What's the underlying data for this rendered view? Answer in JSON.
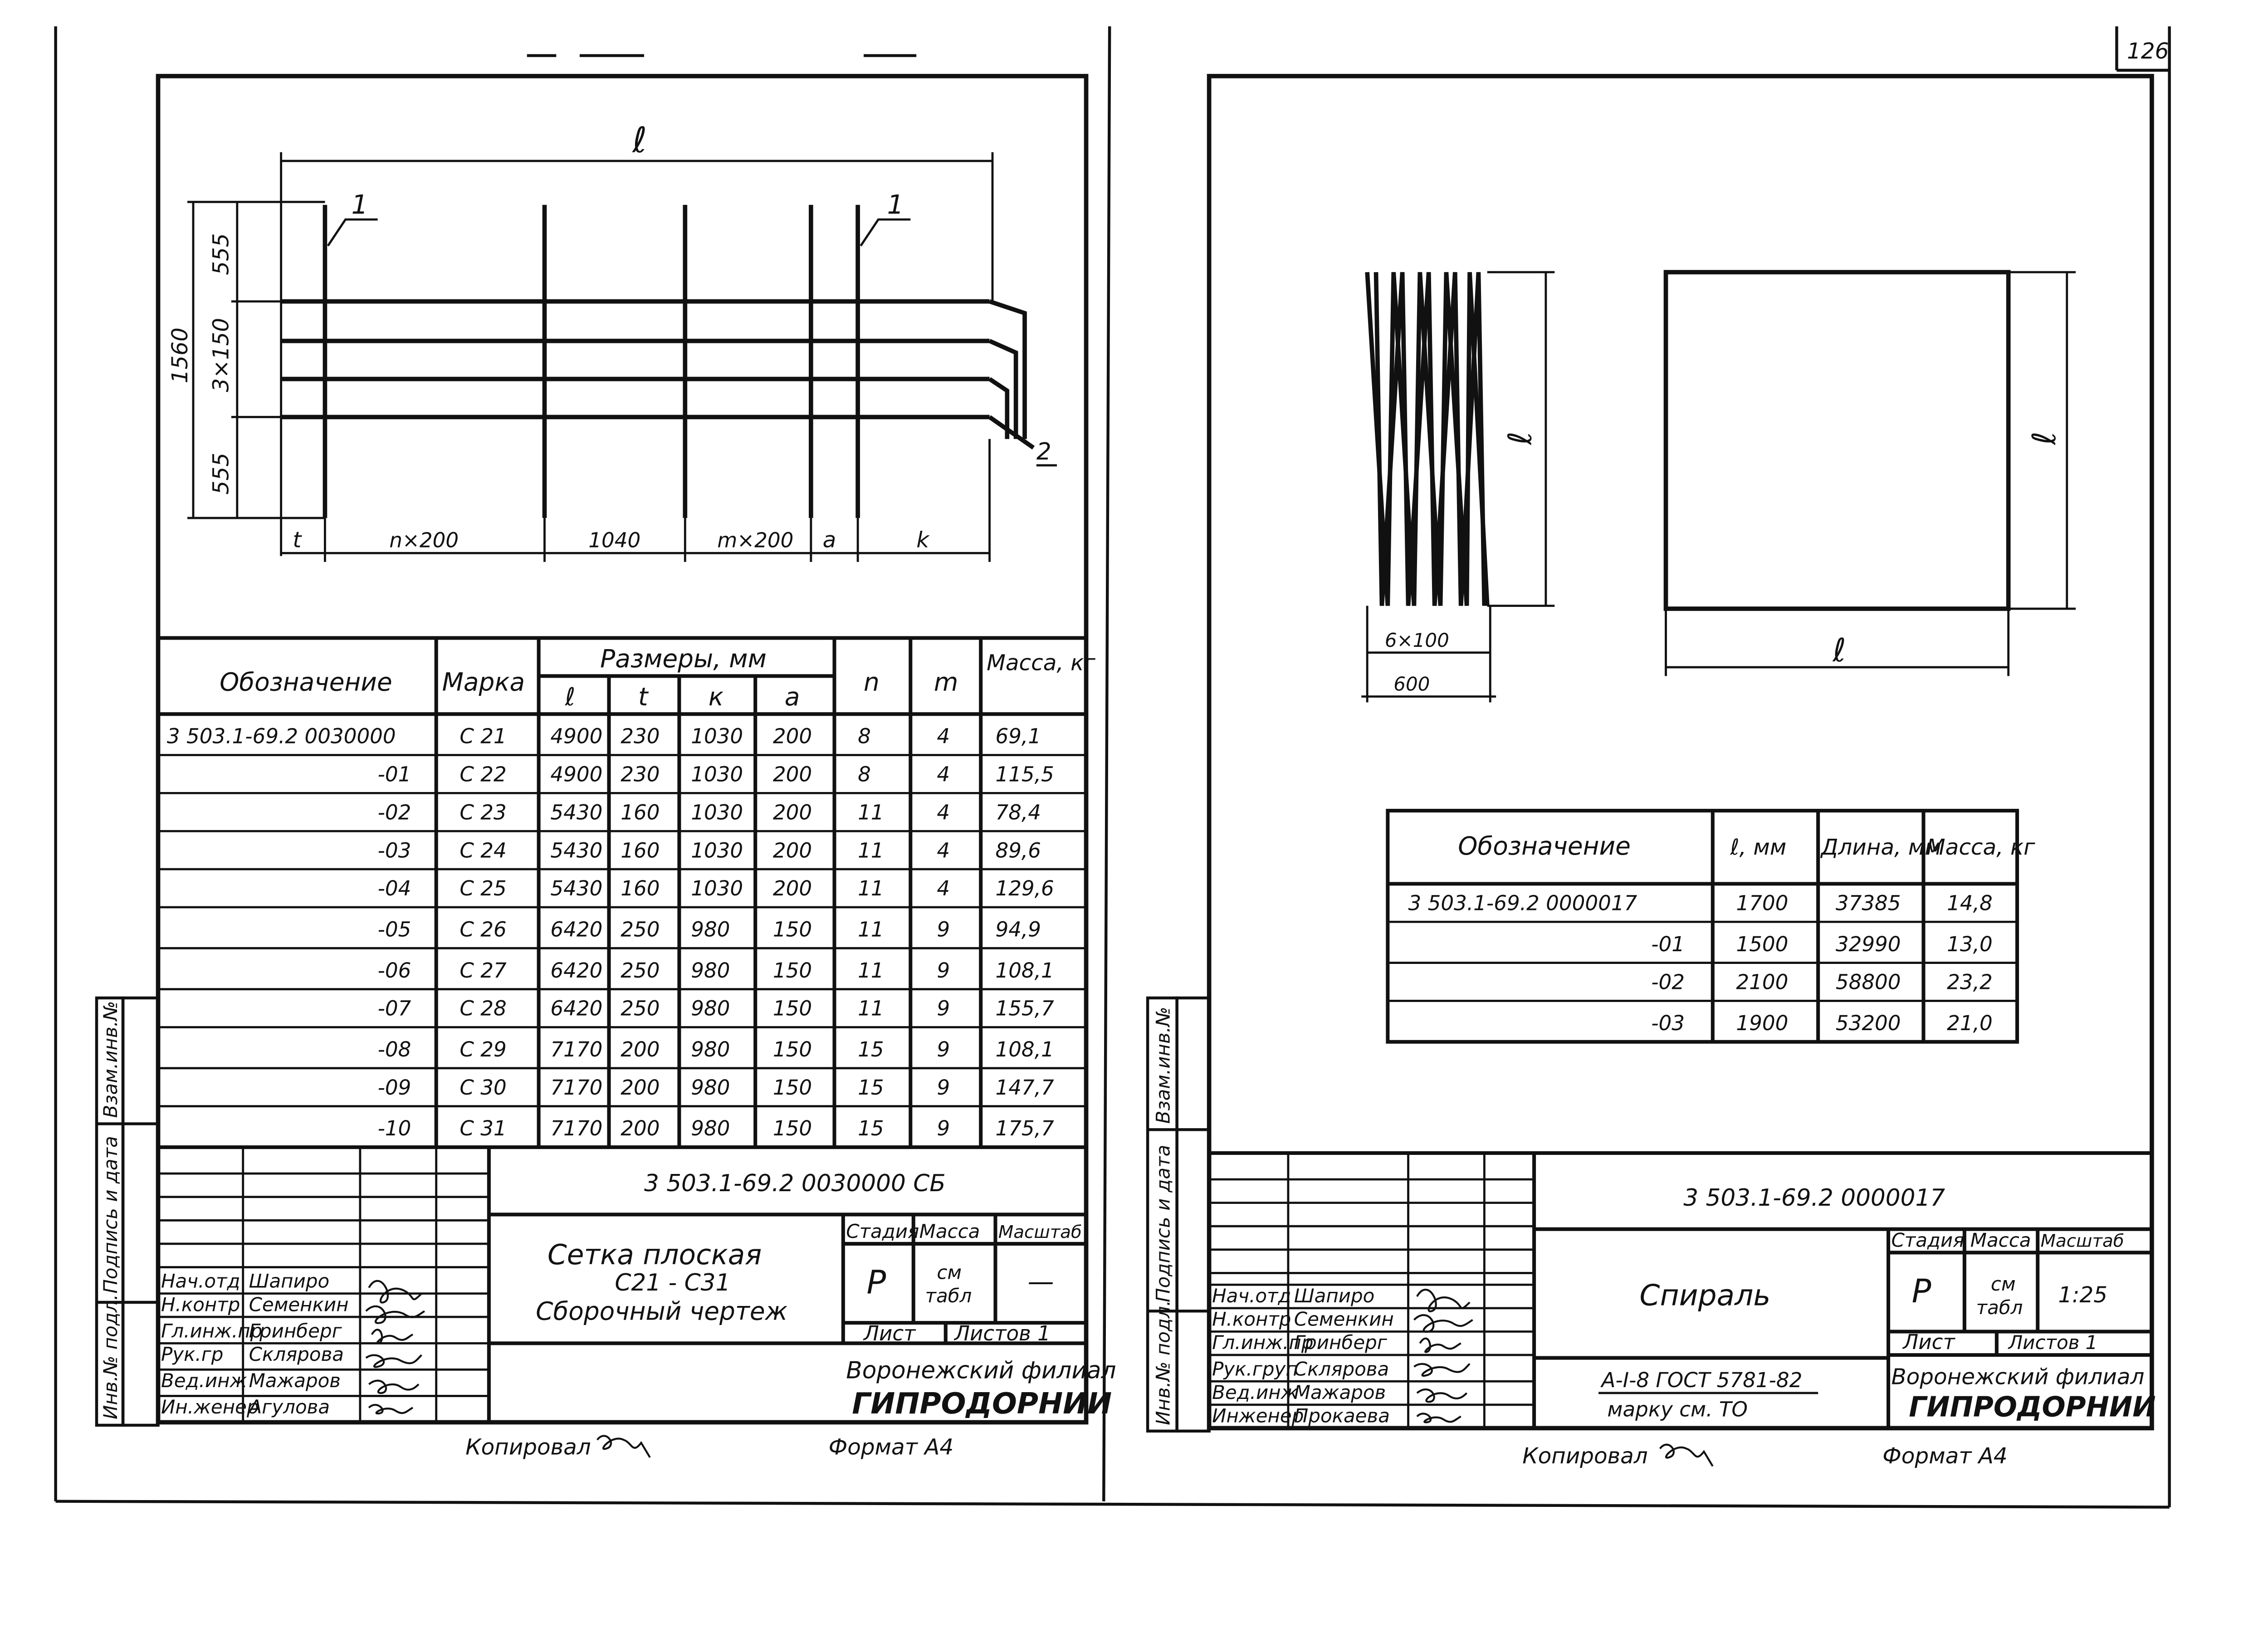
{
  "page_number": "126",
  "left_sheet": {
    "drawing": {
      "label_l": "ℓ",
      "label_1a": "1",
      "label_1b": "1",
      "label_2": "2",
      "dim_1560": "1560",
      "dim_555_top": "555",
      "dim_3x150": "3×150",
      "dim_555_bottom": "555",
      "dim_t": "t",
      "dim_n200": "n×200",
      "dim_1040": "1040",
      "dim_m200": "m×200",
      "dim_a": "a",
      "dim_k": "k"
    },
    "table": {
      "headers": {
        "designation": "Обозначение",
        "mark": "Марка",
        "sizes": "Размеры, мм",
        "l": "ℓ",
        "t": "t",
        "k": "к",
        "a": "a",
        "n": "n",
        "m": "m",
        "mass": "Масса, кг"
      },
      "rows": [
        {
          "des": "3 503.1-69.2  0030000",
          "mark": "С 21",
          "l": "4900",
          "t": "230",
          "k": "1030",
          "a": "200",
          "n": "8",
          "m": "4",
          "mass": "69,1"
        },
        {
          "des": "-01",
          "mark": "С 22",
          "l": "4900",
          "t": "230",
          "k": "1030",
          "a": "200",
          "n": "8",
          "m": "4",
          "mass": "115,5"
        },
        {
          "des": "-02",
          "mark": "С 23",
          "l": "5430",
          "t": "160",
          "k": "1030",
          "a": "200",
          "n": "11",
          "m": "4",
          "mass": "78,4"
        },
        {
          "des": "-03",
          "mark": "С 24",
          "l": "5430",
          "t": "160",
          "k": "1030",
          "a": "200",
          "n": "11",
          "m": "4",
          "mass": "89,6"
        },
        {
          "des": "-04",
          "mark": "С 25",
          "l": "5430",
          "t": "160",
          "k": "1030",
          "a": "200",
          "n": "11",
          "m": "4",
          "mass": "129,6"
        },
        {
          "des": "-05",
          "mark": "С 26",
          "l": "6420",
          "t": "250",
          "k": "980",
          "a": "150",
          "n": "11",
          "m": "9",
          "mass": "94,9"
        },
        {
          "des": "-06",
          "mark": "С 27",
          "l": "6420",
          "t": "250",
          "k": "980",
          "a": "150",
          "n": "11",
          "m": "9",
          "mass": "108,1"
        },
        {
          "des": "-07",
          "mark": "С 28",
          "l": "6420",
          "t": "250",
          "k": "980",
          "a": "150",
          "n": "11",
          "m": "9",
          "mass": "155,7"
        },
        {
          "des": "-08",
          "mark": "С 29",
          "l": "7170",
          "t": "200",
          "k": "980",
          "a": "150",
          "n": "15",
          "m": "9",
          "mass": "108,1"
        },
        {
          "des": "-09",
          "mark": "С 30",
          "l": "7170",
          "t": "200",
          "k": "980",
          "a": "150",
          "n": "15",
          "m": "9",
          "mass": "147,7"
        },
        {
          "des": "-10",
          "mark": "С 31",
          "l": "7170",
          "t": "200",
          "k": "980",
          "a": "150",
          "n": "15",
          "m": "9",
          "mass": "175,7"
        }
      ]
    },
    "title_block": {
      "code": "3 503.1-69.2  0030000 СБ",
      "title_line1": "Сетка плоская",
      "title_line2": "С21 - С31",
      "title_line3": "Сборочный чертеж",
      "stage_h": "Стадия",
      "mass_h": "Масса",
      "scale_h": "Масштаб",
      "stage": "Р",
      "mass_line1": "см",
      "mass_line2": "табл",
      "scale": "—",
      "sheet_label": "Лист",
      "sheets_label": "Листов 1",
      "org_line1": "Воронежский филиал",
      "org_line2": "ГИПРОДОРНИИ",
      "people": [
        {
          "role": "Нач.отд",
          "name": "Шапиро"
        },
        {
          "role": "Н.контр",
          "name": "Семенкин"
        },
        {
          "role": "Гл.инж.пр",
          "name": "Гринберг"
        },
        {
          "role": "Рук.гр",
          "name": "Склярова"
        },
        {
          "role": "Вед.инж",
          "name": "Мажаров"
        },
        {
          "role": "Ин.женер",
          "name": "Агулова"
        }
      ]
    },
    "side_stamp": {
      "inv": "Инв.№ подл.",
      "sign_date": "Подпись и дата",
      "replace": "Взам.инв.№"
    },
    "footer_copied": "Копировал",
    "footer_format": "Формат А4"
  },
  "right_sheet": {
    "drawing": {
      "spiral_l": "ℓ",
      "square_l_right": "ℓ",
      "square_l_bottom": "ℓ",
      "dim_6x100": "6×100",
      "dim_600": "600"
    },
    "table": {
      "headers": {
        "designation": "Обозначение",
        "l": "ℓ, мм",
        "length": "Длина, мм",
        "mass": "Масса, кг"
      },
      "rows": [
        {
          "des": "3 503.1-69.2  0000017",
          "l": "1700",
          "length": "37385",
          "mass": "14,8"
        },
        {
          "des": "-01",
          "l": "1500",
          "length": "32990",
          "mass": "13,0"
        },
        {
          "des": "-02",
          "l": "2100",
          "length": "58800",
          "mass": "23,2"
        },
        {
          "des": "-03",
          "l": "1900",
          "length": "53200",
          "mass": "21,0"
        }
      ]
    },
    "title_block": {
      "code": "3 503.1-69.2  0000017",
      "title": "Спираль",
      "material_line1": "А-I-8 ГОСТ 5781-82",
      "material_line2": "марку см. ТО",
      "stage_h": "Стадия",
      "mass_h": "Масса",
      "scale_h": "Масштаб",
      "stage": "Р",
      "mass_line1": "см",
      "mass_line2": "табл",
      "scale": "1:25",
      "sheet_label": "Лист",
      "sheets_label": "Листов 1",
      "org_line1": "Воронежский филиал",
      "org_line2": "ГИПРОДОРНИИ",
      "people": [
        {
          "role": "Нач.отд",
          "name": "Шапиро"
        },
        {
          "role": "Н.контр",
          "name": "Семенкин"
        },
        {
          "role": "Гл.инж.пр",
          "name": "Гринберг"
        },
        {
          "role": "Рук.груп",
          "name": "Склярова"
        },
        {
          "role": "Вед.инж",
          "name": "Мажаров"
        },
        {
          "role": "Инженер",
          "name": "Прокаева"
        }
      ]
    },
    "side_stamp": {
      "inv": "Инв.№ подл.",
      "sign_date": "Подпись и дата",
      "replace": "Взам.инв.№"
    },
    "footer_copied": "Копировал",
    "footer_format": "Формат А4"
  }
}
